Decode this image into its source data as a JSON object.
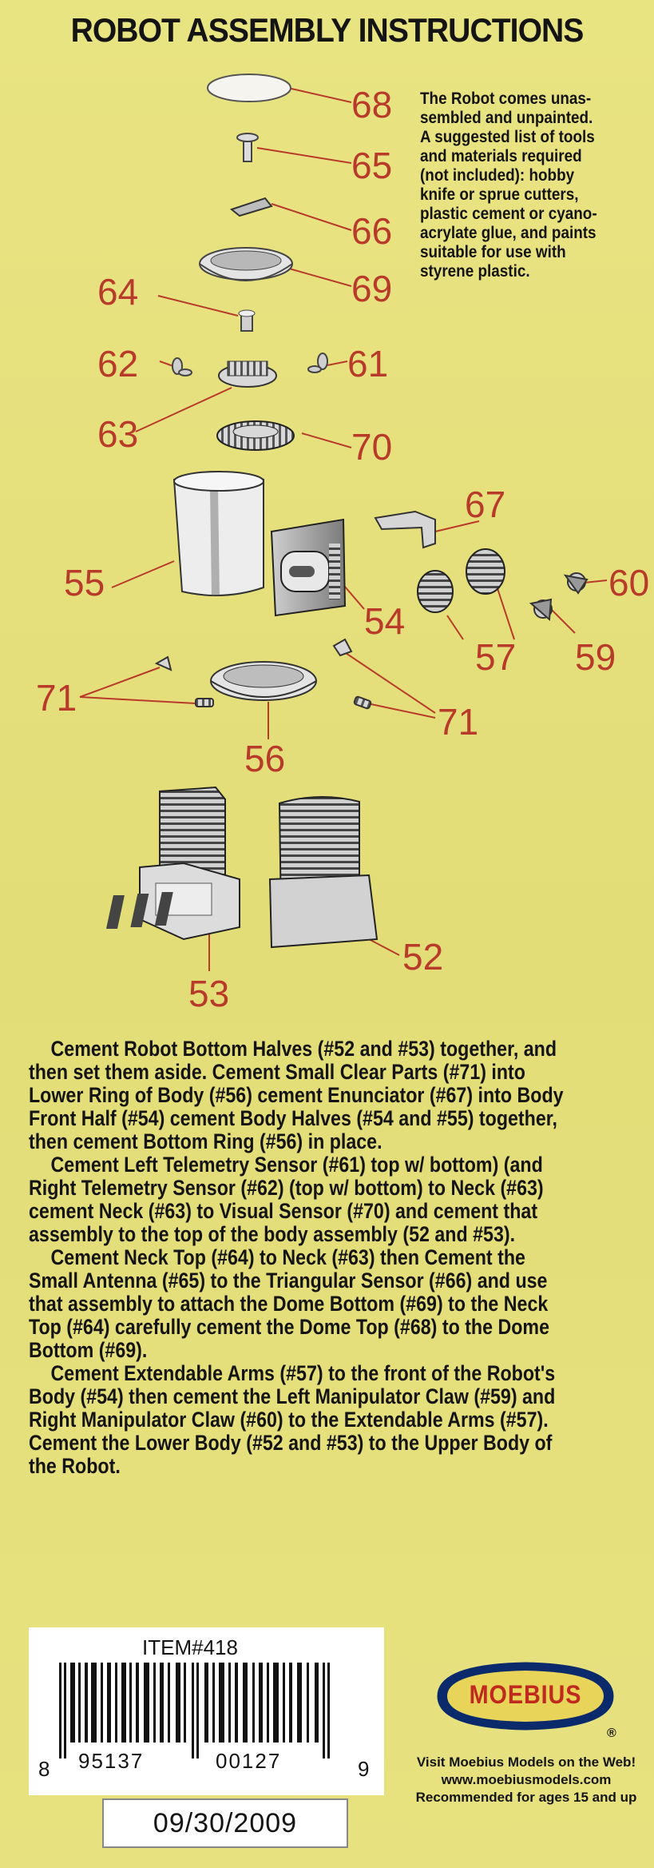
{
  "title": "ROBOT ASSEMBLY INSTRUCTIONS",
  "intro": "The Robot comes unas-\nsembled and unpainted.\nA suggested list of tools\nand materials required\n(not included): hobby\nknife or sprue cutters,\nplastic cement or cyano-\nacrylate glue, and paints\nsuitable for use with\nstyrene plastic.",
  "callouts": {
    "p68": "68",
    "p65": "65",
    "p66": "66",
    "p69": "69",
    "p64": "64",
    "p62": "62",
    "p61": "61",
    "p63": "63",
    "p70": "70",
    "p67": "67",
    "p55": "55",
    "p54": "54",
    "p57": "57",
    "p59": "59",
    "p60": "60",
    "p71a": "71",
    "p71b": "71",
    "p56": "56",
    "p52": "52",
    "p53": "53"
  },
  "instructions": [
    "Cement Robot Bottom Halves (#52 and #53) together, and then set them aside. Cement Small Clear Parts (#71) into Lower Ring of Body (#56) cement Enunciator (#67) into Body Front Half (#54) cement Body Halves (#54 and #55) together, then cement Bottom Ring (#56) in place.",
    "Cement Left Telemetry Sensor (#61) top w/ bottom) (and Right Telemetry Sensor (#62) (top w/ bottom) to Neck (#63) cement Neck (#63) to Visual Sensor (#70) and cement that assembly to the top of the body assembly (52 and #53).",
    "Cement Neck Top (#64) to Neck (#63) then Cement the Small Antenna (#65) to the Triangular Sensor (#66) and use that assembly to attach the Dome Bottom (#69) to the Neck Top (#64) carefully cement the Dome Top (#68) to the Dome Bottom (#69).",
    "Cement Extendable Arms (#57) to the front of the Robot's Body (#54) then cement the Left Manipulator Claw (#59) and Right Manipulator Claw (#60) to the Extendable Arms (#57). Cement the Lower Body (#52 and #53) to the Upper Body of the Robot."
  ],
  "barcode": {
    "item": "ITEM#418",
    "d1": "8",
    "d2": "95137",
    "d3": "00127",
    "d4": "9"
  },
  "date": "09/30/2009",
  "logo": {
    "text": "MOEBIUS",
    "reg": "®"
  },
  "web": {
    "line1": "Visit Moebius Models on the Web!",
    "line2": "www.moebiusmodels.com",
    "line3": "Recommended for ages 15 and up"
  },
  "colors": {
    "callout": "#b83a2a",
    "background": "#e6e07c",
    "logo_red": "#c0291d"
  }
}
